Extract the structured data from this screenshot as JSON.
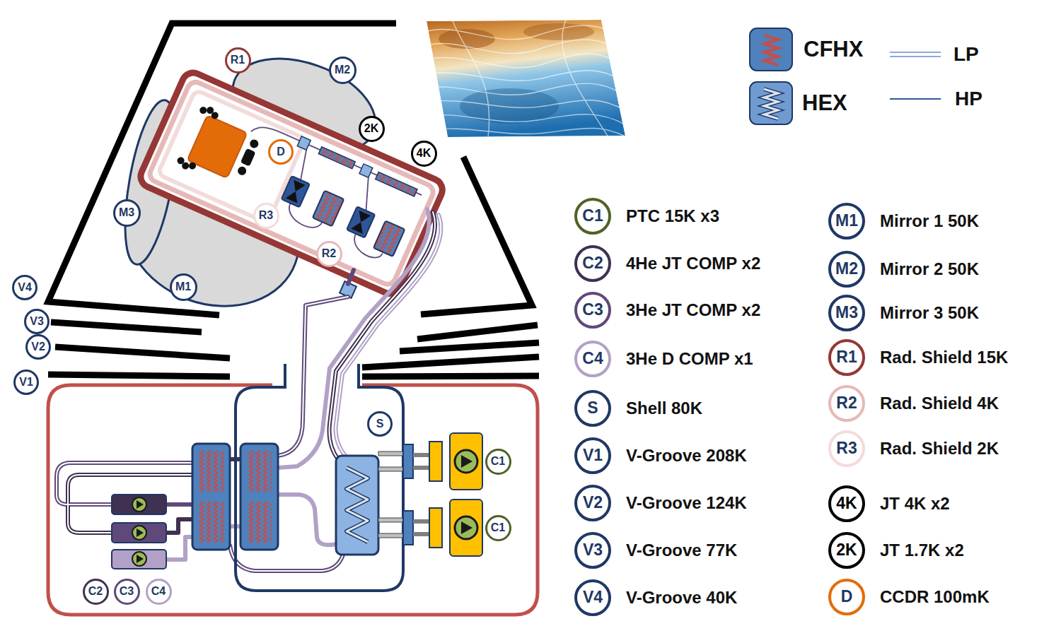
{
  "diagram": {
    "nodes": [
      {
        "text": [
          "R1"
        ]
      },
      {
        "text": [
          "M2"
        ]
      },
      {
        "text": [
          "2K"
        ]
      },
      {
        "text": [
          "D"
        ]
      },
      {
        "text": [
          "4K"
        ]
      },
      {
        "text": [
          "M3"
        ]
      },
      {
        "text": [
          "R3"
        ]
      },
      {
        "text": [
          "R2"
        ]
      },
      {
        "text": [
          "M1"
        ]
      },
      {
        "text": [
          "V4"
        ]
      },
      {
        "text": [
          "V3"
        ]
      },
      {
        "text": [
          "V2"
        ]
      },
      {
        "text": [
          "V1"
        ]
      },
      {
        "text": [
          "S"
        ]
      },
      {
        "text": [
          "C1"
        ]
      },
      {
        "text": [
          "C1"
        ]
      },
      {
        "text": [
          "C2"
        ]
      },
      {
        "text": [
          "C3"
        ]
      },
      {
        "text": [
          "C4"
        ]
      },
      {
        "text": [
          "C1",
          "PTC 15K x3"
        ]
      },
      {
        "text": [
          "C2",
          "4He JT COMP x2"
        ]
      },
      {
        "text": [
          "C3",
          "3He JT COMP x2"
        ]
      },
      {
        "text": [
          "C4",
          "3He D COMP x1"
        ]
      },
      {
        "text": [
          "S",
          "Shell 80K"
        ]
      },
      {
        "text": [
          "V1",
          "V-Groove 208K"
        ]
      },
      {
        "text": [
          "V2",
          "V-Groove 124K"
        ]
      },
      {
        "text": [
          "V3",
          "V-Groove 77K"
        ]
      },
      {
        "text": [
          "V4",
          "V-Groove 40K"
        ]
      },
      {
        "text": [
          "M1",
          "Mirror 1 50K"
        ]
      },
      {
        "text": [
          "M2",
          "Mirror 2 50K"
        ]
      },
      {
        "text": [
          "M3",
          "Mirror 3 50K"
        ]
      },
      {
        "text": [
          "R1",
          "Rad. Shield 15K"
        ]
      },
      {
        "text": [
          "R2",
          "Rad. Shield 4K"
        ]
      },
      {
        "text": [
          "R3",
          "Rad. Shield 2K"
        ]
      },
      {
        "text": [
          "4K",
          "JT 4K x2"
        ]
      },
      {
        "text": [
          "2K",
          "JT 1.7K x2"
        ]
      },
      {
        "text": [
          "D",
          "CCDR 100mK"
        ]
      }
    ],
    "legend": [
      {
        "text": "CFHX"
      },
      {
        "text": "HEX"
      },
      {
        "text": "LP"
      },
      {
        "text": "HP"
      }
    ]
  }
}
